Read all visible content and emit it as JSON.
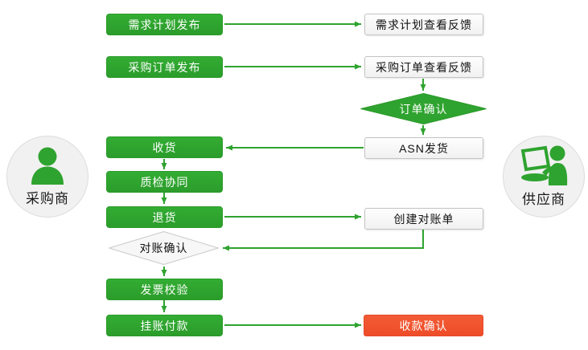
{
  "colors": {
    "green": "#2fa32f",
    "red": "#f0512e"
  },
  "diagram": {
    "actors": {
      "buyer": {
        "label": "采购商",
        "icon": "person-silhouette-icon"
      },
      "supplier": {
        "label": "供应商",
        "icon": "person-laptop-icon"
      }
    },
    "nodes": {
      "demand_plan_publish": {
        "label": "需求计划发布",
        "style": "green"
      },
      "demand_plan_feedback": {
        "label": "需求计划查看反馈",
        "style": "white"
      },
      "po_publish": {
        "label": "采购订单发布",
        "style": "green"
      },
      "po_feedback": {
        "label": "采购订单查看反馈",
        "style": "white"
      },
      "order_confirm": {
        "label": "订单确认",
        "style": "green-diamond"
      },
      "asn_ship": {
        "label": "ASN发货",
        "style": "white"
      },
      "receive": {
        "label": "收货",
        "style": "green"
      },
      "quality_collab": {
        "label": "质检协同",
        "style": "green"
      },
      "return_goods": {
        "label": "退货",
        "style": "green"
      },
      "create_statement": {
        "label": "创建对账单",
        "style": "white"
      },
      "statement_confirm": {
        "label": "对账确认",
        "style": "white-diamond"
      },
      "invoice_verify": {
        "label": "发票校验",
        "style": "green"
      },
      "payment_on_account": {
        "label": "挂账付款",
        "style": "green"
      },
      "receipt_confirm": {
        "label": "收款确认",
        "style": "red"
      }
    },
    "edges": [
      {
        "from": "demand_plan_publish",
        "to": "demand_plan_feedback"
      },
      {
        "from": "po_publish",
        "to": "po_feedback"
      },
      {
        "from": "po_feedback",
        "to": "order_confirm"
      },
      {
        "from": "order_confirm",
        "to": "asn_ship"
      },
      {
        "from": "asn_ship",
        "to": "receive"
      },
      {
        "from": "receive",
        "to": "quality_collab"
      },
      {
        "from": "quality_collab",
        "to": "return_goods"
      },
      {
        "from": "return_goods",
        "to": "create_statement"
      },
      {
        "from": "create_statement",
        "to": "statement_confirm"
      },
      {
        "from": "statement_confirm",
        "to": "invoice_verify"
      },
      {
        "from": "invoice_verify",
        "to": "payment_on_account"
      },
      {
        "from": "payment_on_account",
        "to": "receipt_confirm"
      }
    ]
  }
}
